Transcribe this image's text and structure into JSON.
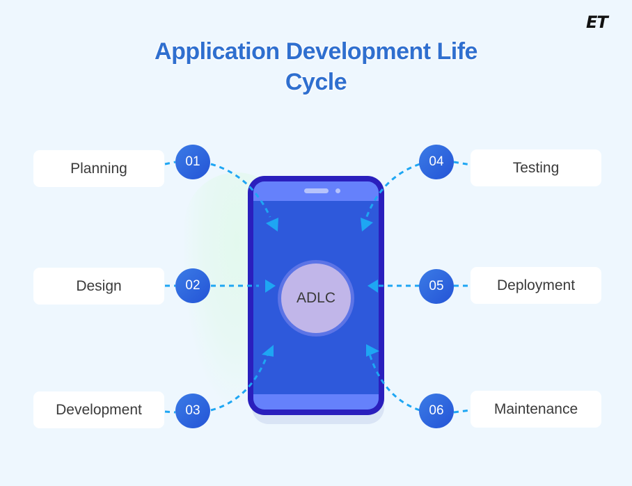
{
  "logo": {
    "text": "ET"
  },
  "title": {
    "line1": "Application Development Life",
    "line2": "Cycle"
  },
  "center": {
    "label": "ADLC"
  },
  "colors": {
    "background": "#eef7fe",
    "title": "#2f6fcf",
    "badge": "#2f63dc",
    "phone_frame": "#2a1fbd",
    "phone_screen": "#2e59db",
    "phone_bar": "#6581fb",
    "hub": "#c1b6e9",
    "connector": "#1ea6f3"
  },
  "steps": [
    {
      "number": "01",
      "label": "Planning"
    },
    {
      "number": "02",
      "label": "Design"
    },
    {
      "number": "03",
      "label": "Development"
    },
    {
      "number": "04",
      "label": "Testing"
    },
    {
      "number": "05",
      "label": "Deployment"
    },
    {
      "number": "06",
      "label": "Maintenance"
    }
  ]
}
